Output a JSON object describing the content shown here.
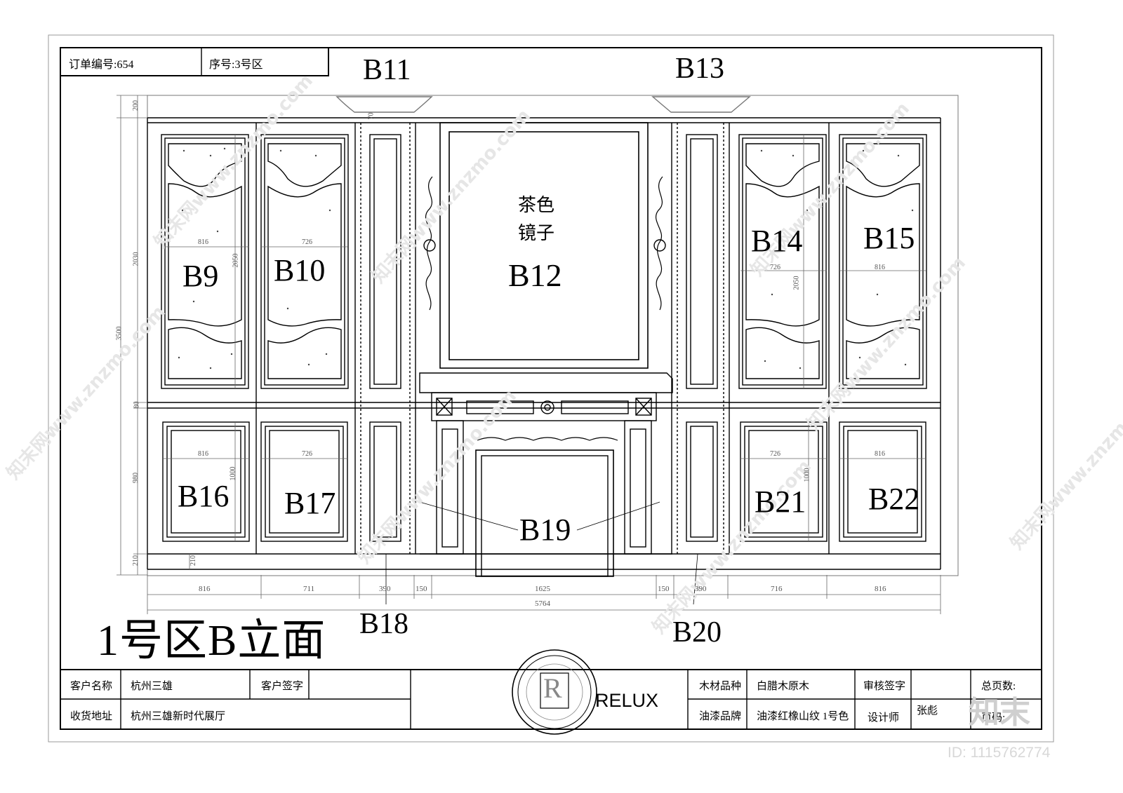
{
  "header": {
    "order_no": "订单编号:654",
    "seq_no": "序号:3号区"
  },
  "title": "1号区B立面",
  "labels": {
    "B9": "B9",
    "B10": "B10",
    "B11": "B11",
    "B12": "B12",
    "B13": "B13",
    "B14": "B14",
    "B15": "B15",
    "B16": "B16",
    "B17": "B17",
    "B18": "B18",
    "B19": "B19",
    "B20": "B20",
    "B21": "B21",
    "B22": "B22"
  },
  "mirror_note_line1": "茶色",
  "mirror_note_line2": "镜子",
  "dimensions": {
    "bottom": [
      "816",
      "711",
      "390",
      "150",
      "1625",
      "150",
      "390",
      "716",
      "816"
    ],
    "total": "5764",
    "left_vertical": [
      "200",
      "2030",
      "3500",
      "80",
      "980",
      "210"
    ],
    "panel_width_816": "816",
    "panel_width_726": "726",
    "panel_height_2050": "2050",
    "panel_height_1000": "1000",
    "small_70": "70",
    "small_210": "210"
  },
  "title_block": {
    "customer_name_label": "客户名称",
    "customer_name": "杭州三雄",
    "customer_sign_label": "客户签字",
    "delivery_label": "收货地址",
    "delivery_address": "杭州三雄新时代展厅",
    "wood_label": "木材品种",
    "wood_value": "白腊木原木",
    "paint_label": "油漆品牌",
    "paint_value": "油漆红橡山纹 1号色",
    "review_label": "审核签字",
    "designer_label": "设计师",
    "designer_name": "张彪",
    "total_pages_label": "总页数:",
    "page_label": "页码:"
  },
  "logo": {
    "letter": "R",
    "brand": "RELUX"
  },
  "watermark": {
    "site": "知末网www.znzmo.com",
    "brand": "知末",
    "id": "ID: 1115762774"
  }
}
